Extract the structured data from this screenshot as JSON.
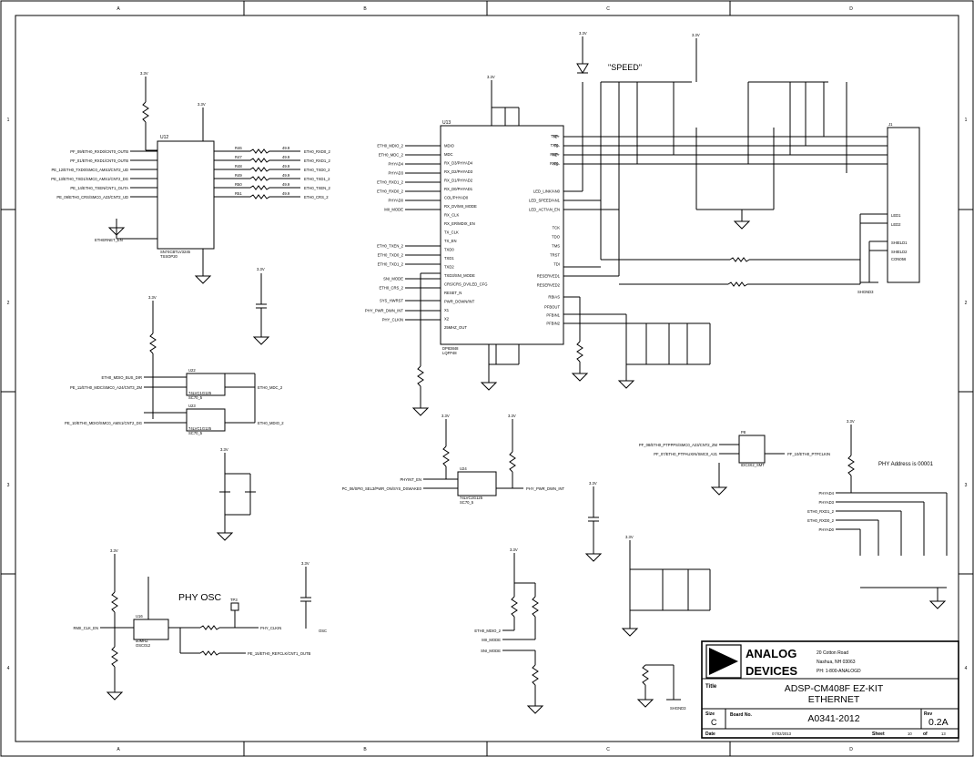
{
  "border": {
    "columns": [
      "A",
      "B",
      "C",
      "D"
    ],
    "rows": [
      "1",
      "2",
      "3",
      "4"
    ]
  },
  "annotations": {
    "speed": "\"SPEED\"",
    "phy_osc": "PHY OSC",
    "phy_address": "PHY Address is 00001"
  },
  "power": {
    "v33": "3.3V"
  },
  "chips": {
    "u12": "U12",
    "u13": "U13",
    "u13_part": "DP83848",
    "u13_pkg": "LQFP48",
    "u22": "U22",
    "u23": "U23",
    "u24": "U24",
    "u16": "U16",
    "j1": "J1",
    "j1_part": "CON056",
    "p8": "P8",
    "p8_part": "IDC3X2_SMT",
    "tp": "TP3",
    "osc_part": "OSC012",
    "osc_freq": "50MHZ",
    "sn_part": "SN74CBTLV3245",
    "sn_pkg": "TSSOP20",
    "buf_part": "74LVC1G125",
    "buf_pkg": "SC70_5",
    "u24_part": "74LVC2G125",
    "u24_pkg": "SC70_5"
  },
  "u13_left_pins": [
    "MDIO",
    "MDC",
    "RX_D3/PHYAD4",
    "RX_D2/PHYAD3",
    "RX_D1/PHYAD2",
    "RX_D0/PHYAD1",
    "COL/PHYAD0",
    "RX_DV/MII_MODE",
    "RX_CLK",
    "RX_ER/MDIX_EN",
    "TX_CLK",
    "TX_EN",
    "TXD0",
    "TXD1",
    "TXD2",
    "TXD3/SNI_MODE",
    "CRS/CRS_DV/LED_CFG",
    "RESET_N",
    "PWR_DOWN/INT",
    "X1",
    "X2",
    "25MHZ_OUT"
  ],
  "u13_right_pins": [
    "TD+",
    "TD-",
    "RD+",
    "RD-",
    "LED_LINK/AN0",
    "LED_SPEED/AN1",
    "LED_ACT/AN_EN",
    "TCK",
    "TDO",
    "TMS",
    "TRST",
    "TDI",
    "RESERVED1",
    "RESERVED2",
    "RBIAS",
    "PFBOUT",
    "PFBIN1",
    "PFBIN2"
  ],
  "u13_left_nets": [
    "ETH0_MDIO_2",
    "ETH0_MDC_2",
    "PHYAD4",
    "PHYAD3",
    "ETH0_RXD1_2",
    "ETH0_RXD0_2",
    "PHYAD0",
    "MII_MODE",
    "ETH0_TXEN_2",
    "ETH0_TXD0_2",
    "ETH0_TXD1_2",
    "SNI_MODE",
    "ETH0_CRS_2",
    "SYS_HWRST",
    "PHY_PWR_DWN_INT",
    "PHY_CLKIN"
  ],
  "u12_left_nets": [
    "PF_09/ETH0_RXD0/CNT0_OUTB",
    "PF_01/ETH0_RXD1/CNT0_OUTB",
    "PE_12/ETH0_TXD0/SMC0_AMS3/CNT2_UD",
    "PE_13/ETH0_TXD1/SMC0_AMS1/CNT2_DG",
    "PE_14/ETH0_TXEN/CNT1_OUTA",
    "PE_09/ETH0_CRS/SMC0_A23/CNT2_UD"
  ],
  "u12_right_nets": [
    "ETH0_RXD0_2",
    "ETH0_RXD1_2",
    "ETH0_TXD0_2",
    "ETH0_TXD1_2",
    "ETH0_TXEN_2",
    "ETH0_CRS_2"
  ],
  "u12_res": [
    "R46",
    "R47",
    "R48",
    "R49",
    "R50",
    "R51"
  ],
  "res_val": "49.9",
  "enable_net": "ETHERNET_EN",
  "j1_pins": [
    "TXP",
    "TXN",
    "RXP",
    "RXN",
    "LED1",
    "LED2",
    "SHIELD1",
    "SHIELD2"
  ],
  "phy_address_nets": [
    "PHYAD4",
    "PHYAD3",
    "ETH0_RXD1_2",
    "ETH0_RXD0_2",
    "PHYAD0"
  ],
  "mdio_nets": {
    "mdio_in": "ETH0_MDIO_BUS_DIR",
    "mdio_a": "PE_11/ETH0_MDC/SMC0_A24/CNT3_ZM",
    "mdio_b": "PE_10/ETH0_MDIO/SMC0_AMS1/CNT2_DG",
    "mdc_out": "ETH0_MDC_2",
    "mdio_out": "ETH0_MDIO_2"
  },
  "pwr_nets": {
    "phyint_en": "PHYINT_EN",
    "pc_in": "PC_06/SPI0_SEL3/PWR_ON/SYS_DSWAKE0",
    "phy_pwr": "PHY_PWR_DWN_INT",
    "p8_a": "PF_08/ETH0_PTPPPS/SMC0_A23/CNT2_ZM",
    "p8_b": "PF_07/ETH0_PTPAUXIN/SMC0_A21",
    "p8_out": "PF_10/ETH0_PTPCLKIN"
  },
  "osc_nets": {
    "rmii_clk": "RMII_CLK_EN",
    "phy_clkin": "PHY_CLKIN",
    "refclk": "PE_15/ETH0_REFCLK/CNT1_OUTB",
    "osc_label": "OSC"
  },
  "misc_nets": [
    "ETH0_MDIO_2",
    "MII_MODE",
    "SNI_MODE"
  ],
  "shield_gnd": "SHGND3",
  "title_block": {
    "company_line1": "ANALOG",
    "company_line2": "DEVICES",
    "address1": "20 Cotton Road",
    "address2": "Nashua, NH 03063",
    "phone": "PH: 1-800-ANALOGD",
    "title_label": "Title",
    "title1": "ADSP-CM408F EZ-KIT",
    "title2": "ETHERNET",
    "size_label": "Size",
    "size_value": "C",
    "board_label": "Board No.",
    "board_value": "A0341-2012",
    "rev_label": "Rev",
    "rev_value": "0.2A",
    "date_label": "Date",
    "date_value": "07/02/2013",
    "sheet_label": "Sheet",
    "sheet_value": "10",
    "of_label": "of",
    "of_value": "13"
  }
}
